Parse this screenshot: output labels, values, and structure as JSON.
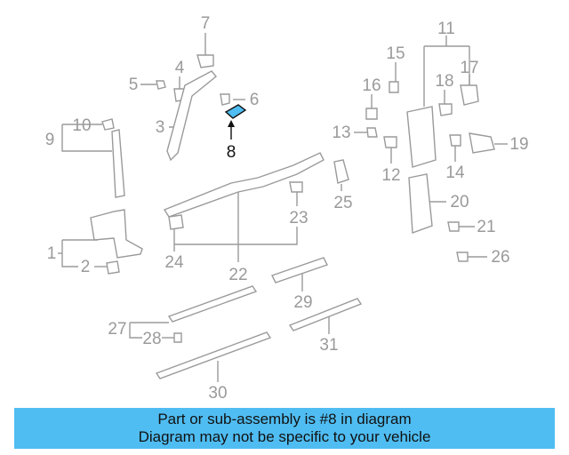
{
  "diagram": {
    "highlight_callout": "8",
    "callouts": [
      "1",
      "2",
      "3",
      "4",
      "5",
      "6",
      "7",
      "8",
      "9",
      "10",
      "11",
      "12",
      "13",
      "14",
      "15",
      "16",
      "17",
      "18",
      "19",
      "20",
      "21",
      "22",
      "23",
      "24",
      "25",
      "26",
      "27",
      "28",
      "29",
      "30",
      "31"
    ],
    "highlight_color": "#4fbdf2",
    "line_color": "#9a9a9a"
  },
  "banner": {
    "line1": "Part or sub-assembly is #8 in diagram",
    "line2": "Diagram may not be specific to your vehicle",
    "background": "#4fbdf2"
  }
}
